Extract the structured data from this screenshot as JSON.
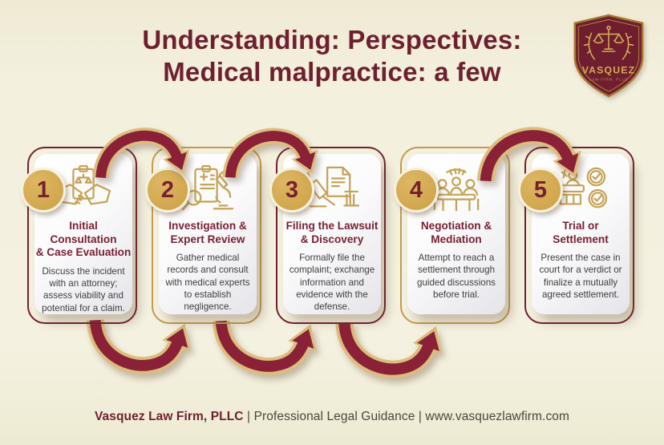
{
  "title": {
    "line1": "Understanding: Perspectives:",
    "line2": "Medical malpractice: a few"
  },
  "logo": {
    "name": "VASQUEZ",
    "subtitle": "LAW FIRM, PLLC",
    "icon": "scales-of-justice-shield"
  },
  "steps": [
    {
      "number": "1",
      "icon": "handshake-clipboard-icon",
      "title1": "Initial Consultation",
      "title2": "& Case Evaluation",
      "description": "Discuss the incident with an attorney; assess viability and potential for a claim."
    },
    {
      "number": "2",
      "icon": "magnifier-microscope-icon",
      "title1": "Investigation &",
      "title2": "Expert Review",
      "description": "Gather medical records and consult with medical experts to establish negligence."
    },
    {
      "number": "3",
      "icon": "gavel-document-icon",
      "title1": "Filing the Lawsuit",
      "title2": "& Discovery",
      "description": "Formally file the complaint; exchange information and evidence with the defense."
    },
    {
      "number": "4",
      "icon": "mediation-table-icon",
      "title1": "Negotiation &",
      "title2": "Mediation",
      "description": "Attempt to reach a settlement through guided discussions before trial."
    },
    {
      "number": "5",
      "icon": "judge-verdict-icon",
      "title1": "Trial or",
      "title2": "Settlement",
      "description": "Present the case in court for a verdict or finalize a mutually agreed settlement."
    }
  ],
  "footer": {
    "firm": "Vasquez Law Firm, PLLC",
    "sep1": " | ",
    "tagline": "Professional Legal Guidance",
    "sep2": " | ",
    "website": "www.vasquezlawfirm.com"
  },
  "colors": {
    "background": "#f1eeda",
    "maroon": "#6e2030",
    "arrow_maroon": "#8a2137",
    "gold": "#c6a254",
    "badge_gold": "#d2a94e",
    "ring_maroon": "#722031",
    "ring_gold": "#c49a4d",
    "body_text": "#3e3e3e"
  }
}
